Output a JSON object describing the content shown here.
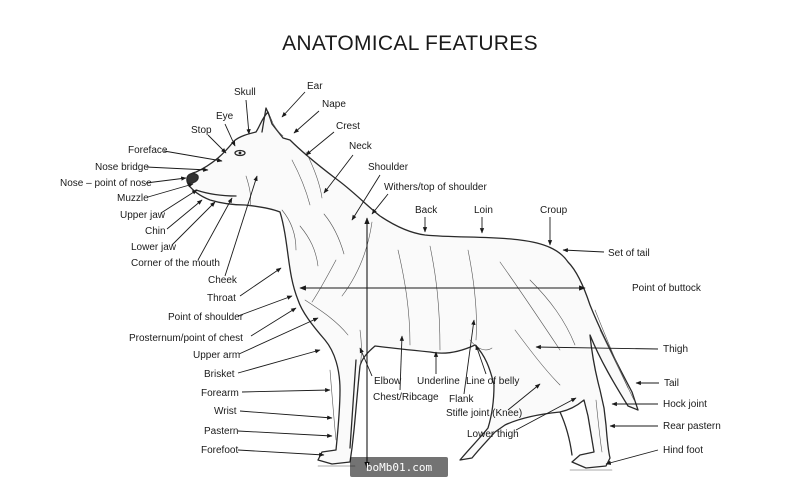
{
  "title": "ANATOMICAL FEATURES",
  "watermark": "boMb01.com",
  "labels": {
    "skull": "Skull",
    "ear": "Ear",
    "eye": "Eye",
    "nape": "Nape",
    "stop": "Stop",
    "crest": "Crest",
    "foreface": "Foreface",
    "neck": "Neck",
    "nose_bridge": "Nose bridge",
    "nose_point": "Nose – point of nose",
    "shoulder": "Shoulder",
    "muzzle": "Muzzle",
    "withers": "Withers/top of shoulder",
    "upper_jaw": "Upper jaw",
    "back": "Back",
    "loin": "Loin",
    "croup": "Croup",
    "chin": "Chin",
    "lower_jaw": "Lower jaw",
    "set_of_tail": "Set of tail",
    "corner_mouth": "Corner of the mouth",
    "cheek": "Cheek",
    "throat": "Throat",
    "point_buttock": "Point of buttock",
    "point_shoulder": "Point of shoulder",
    "prosternum": "Prosternum/point of chest",
    "upper_arm": "Upper arm",
    "thigh": "Thigh",
    "brisket": "Brisket",
    "elbow": "Elbow",
    "underline": "Underline",
    "line_of_belly": "Line of belly",
    "tail": "Tail",
    "forearm": "Forearm",
    "chest_ribcage": "Chest/Ribcage",
    "flank": "Flank",
    "hock_joint": "Hock joint",
    "wrist": "Wrist",
    "stifle": "Stifle joint (Knee)",
    "rear_pastern": "Rear pastern",
    "pastern": "Pastern",
    "lower_thigh": "Lower thigh",
    "forefoot": "Forefoot",
    "hind_foot": "Hind foot"
  }
}
